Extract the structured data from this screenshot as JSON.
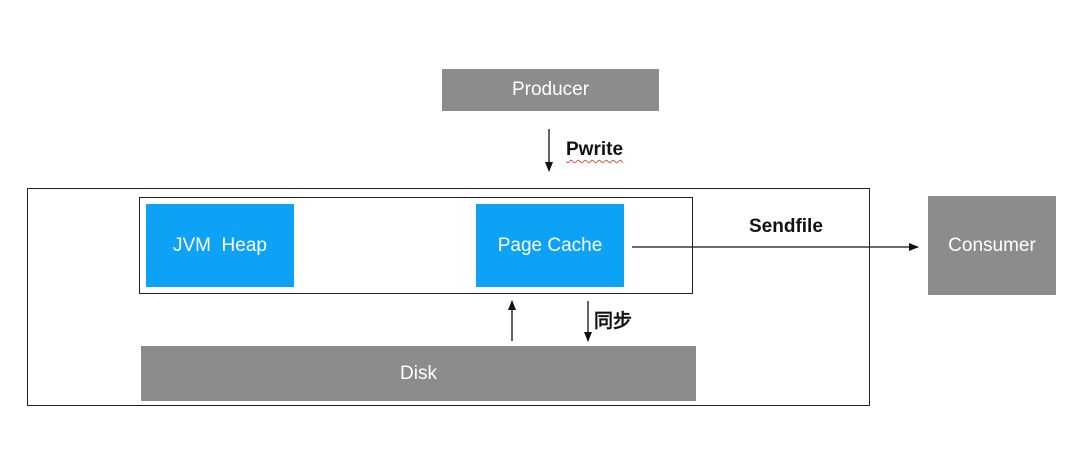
{
  "nodes": {
    "producer": "Producer",
    "jvm_heap": "JVM  Heap",
    "page_cache": "Page Cache",
    "disk": "Disk",
    "consumer": "Consumer"
  },
  "edges": {
    "pwrite": "Pwrite",
    "sendfile": "Sendfile",
    "sync": "同步"
  },
  "colors": {
    "gray_box": "#8c8c8c",
    "blue_box": "#0da2f5",
    "frame": "#222222"
  }
}
